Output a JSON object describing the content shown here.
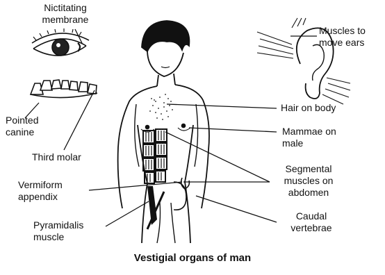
{
  "labels": {
    "nictitating": "Nictitating\nmembrane",
    "muscles_ears": "Muscles to\nmove ears",
    "hair_body": "Hair on body",
    "pointed_canine": "Pointed\ncanine",
    "mammae": "Mammae on\nmale",
    "third_molar": "Third molar",
    "segmental": "Segmental\nmuscles on\nabdomen",
    "vermiform": "Vermiform\nappendix",
    "caudal": "Caudal\nvertebrae",
    "pyramidalis": "Pyramidalis\nmuscle"
  },
  "caption": "Vestigial organs of man"
}
